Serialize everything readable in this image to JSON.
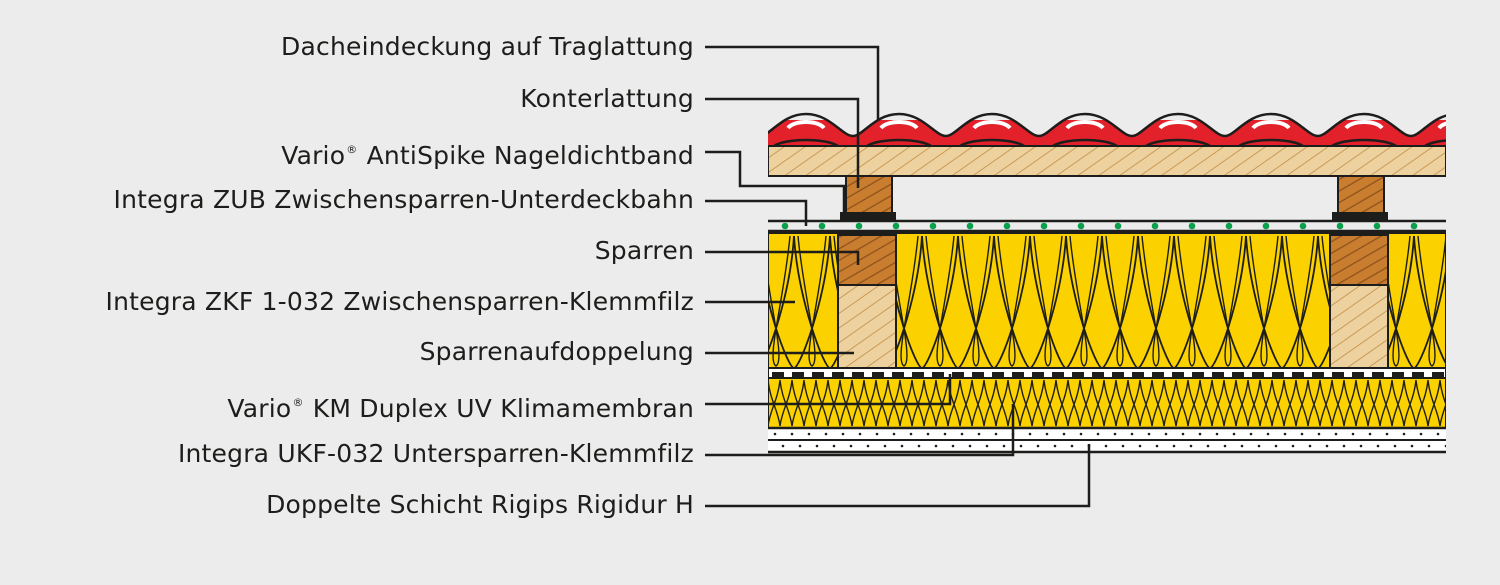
{
  "labels": [
    {
      "id": "dacheindeckung",
      "text": "Dacheindeckung auf Traglattung"
    },
    {
      "id": "konterlattung",
      "text": "Konterlattung"
    },
    {
      "id": "antispike",
      "pre": "Vario",
      "mark": "®",
      "post": " AntiSpike Nageldichtband"
    },
    {
      "id": "zub",
      "text": "Integra ZUB Zwischensparren-Unterdeckbahn"
    },
    {
      "id": "sparren",
      "text": "Sparren"
    },
    {
      "id": "zkf",
      "text": "Integra ZKF 1-032 Zwischensparren-Klemmfilz"
    },
    {
      "id": "aufdoppelung",
      "text": "Sparrenaufdoppelung"
    },
    {
      "id": "km-duplex",
      "pre": "Vario",
      "mark": "®",
      "post": " KM Duplex UV Klimamembran"
    },
    {
      "id": "ukf",
      "text": "Integra UKF-032 Untersparren-Klemmfilz"
    },
    {
      "id": "rigidur",
      "text": "Doppelte Schicht Rigips Rigidur H"
    }
  ],
  "colors": {
    "background": "#ececec",
    "tile_red": "#e3212b",
    "wood_light": "#edd29f",
    "wood_dark": "#c87d2f",
    "insulation_yellow": "#fbd200",
    "membrane_green": "#0aa14d",
    "line": "#1d1d1b"
  }
}
